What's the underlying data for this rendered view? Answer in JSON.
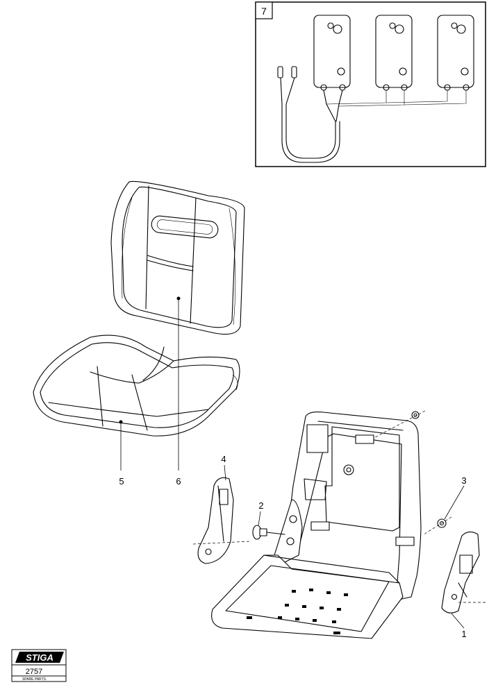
{
  "callouts": {
    "c1": "1",
    "c2": "2",
    "c3": "3",
    "c4": "4",
    "c5": "5",
    "c6": "6",
    "c7": "7"
  },
  "logo": {
    "brand": "STIGA",
    "page_number": "2757",
    "caption": "SPARE PARTS"
  }
}
